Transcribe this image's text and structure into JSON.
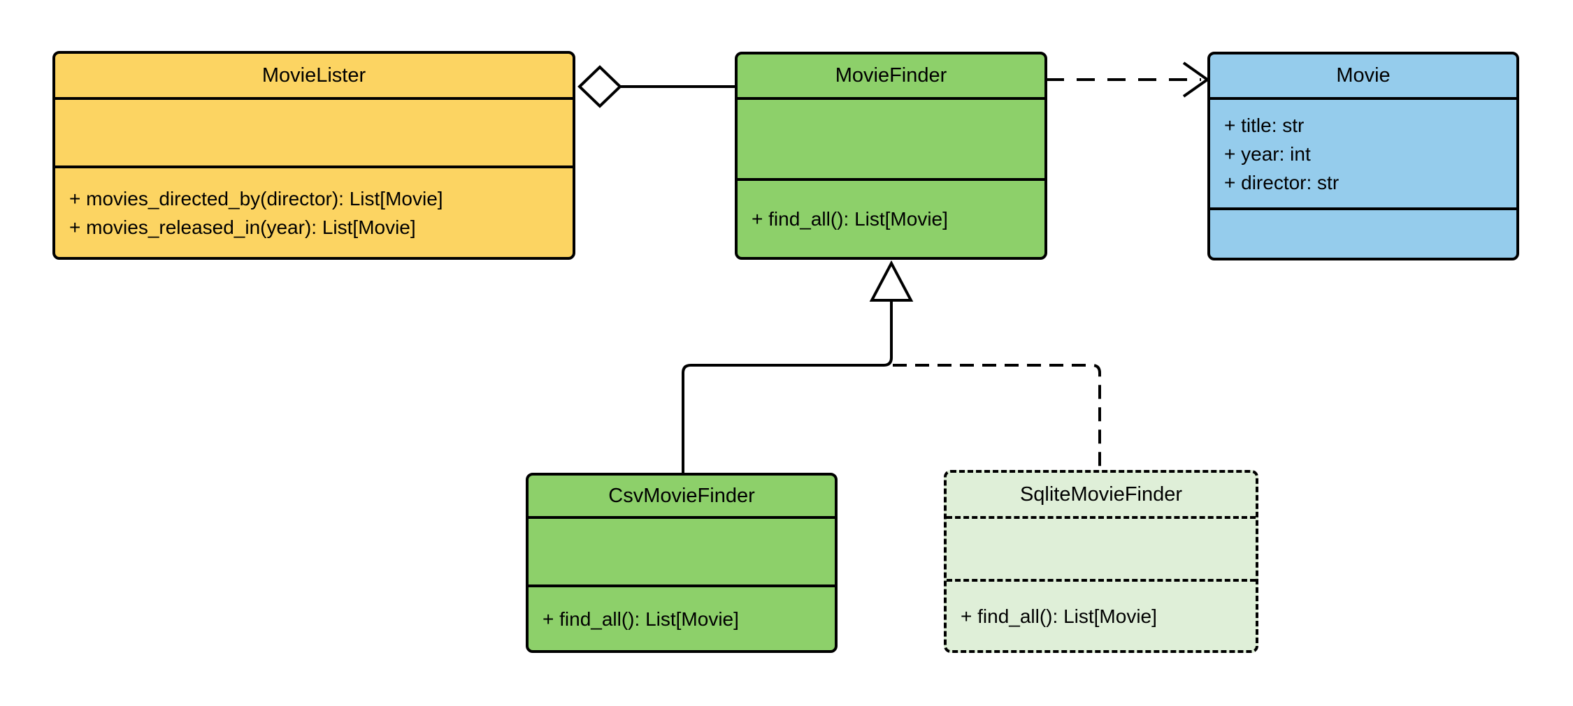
{
  "diagram_type": "uml-class-diagram",
  "colors": {
    "class_yellow": "#FCD462",
    "class_green": "#8DD06A",
    "class_blue": "#95CCEC",
    "class_pale_green": "#DFEFD8",
    "line": "#000000",
    "marker_fill": "#FFFFFF",
    "background": "#FFFFFF"
  },
  "classes": [
    {
      "name": "MovieLister",
      "attributes": [],
      "methods": [
        "+ movies_directed_by(director): List[Movie]",
        "+ movies_released_in(year): List[Movie]"
      ]
    },
    {
      "name": "MovieFinder",
      "attributes": [],
      "methods": [
        "+ find_all(): List[Movie]"
      ]
    },
    {
      "name": "Movie",
      "attributes": [
        "+ title: str",
        "+ year: int",
        "+ director: str"
      ],
      "methods": []
    },
    {
      "name": "CsvMovieFinder",
      "attributes": [],
      "methods": [
        "+ find_all(): List[Movie]"
      ]
    },
    {
      "name": "SqliteMovieFinder",
      "attributes": [],
      "methods": [
        "+ find_all(): List[Movie]"
      ]
    }
  ],
  "relationships": [
    {
      "type": "aggregation",
      "from": "MovieLister",
      "to": "MovieFinder",
      "marker": "hollow-diamond",
      "line": "solid"
    },
    {
      "type": "dependency",
      "from": "MovieFinder",
      "to": "Movie",
      "marker": "open-arrow",
      "line": "dashed"
    },
    {
      "type": "generalization",
      "from": "CsvMovieFinder",
      "to": "MovieFinder",
      "marker": "hollow-triangle",
      "line": "solid"
    },
    {
      "type": "realization",
      "from": "SqliteMovieFinder",
      "to": "MovieFinder",
      "marker": "hollow-triangle",
      "line": "dashed"
    }
  ]
}
